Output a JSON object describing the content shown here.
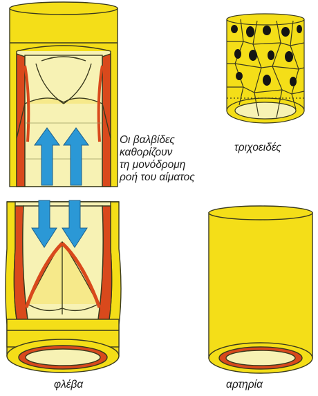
{
  "labels": {
    "valves_note": [
      "Οι βαλβίδες",
      "καθορίζουν",
      "τη μονόδρομη",
      "ροή του αίματος"
    ],
    "capillary": "τριχοειδές",
    "vein": "φλέβα",
    "artery": "αρτηρία"
  },
  "colors": {
    "vessel_yellow": "#f4de18",
    "vessel_outline": "#3a3a1e",
    "lumen_pale": "#f7f2b4",
    "wall_red": "#d9491c",
    "flow_arrow": "#2b98d6",
    "nucleus": "#141414"
  },
  "icons": {
    "flow_up": "blue-up-arrow",
    "flow_down": "blue-down-arrow"
  }
}
